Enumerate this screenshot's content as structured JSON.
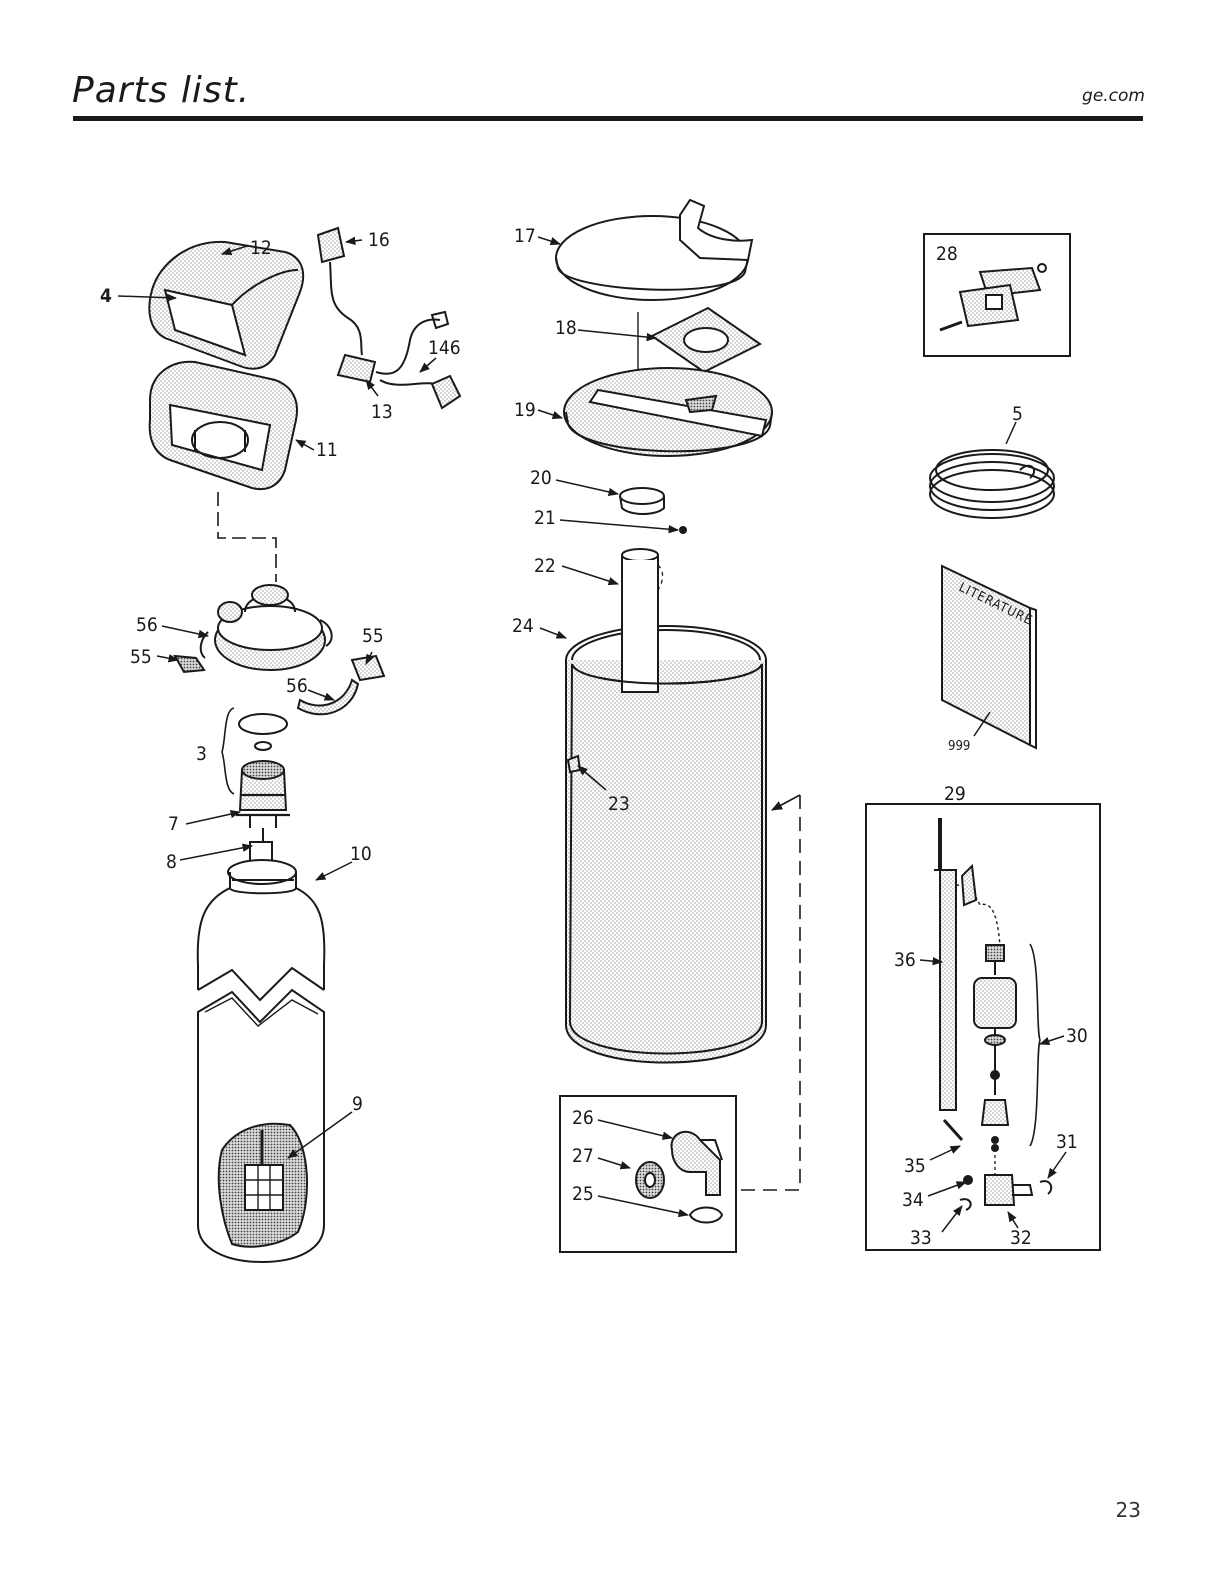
{
  "header": {
    "title": "Parts list.",
    "site": "ge.com"
  },
  "page_number": "23",
  "callouts": {
    "p3": "3",
    "p4": "4",
    "p5": "5",
    "p7": "7",
    "p8": "8",
    "p9": "9",
    "p10": "10",
    "p11": "11",
    "p12": "12",
    "p13": "13",
    "p16": "16",
    "p17": "17",
    "p18": "18",
    "p19": "19",
    "p20": "20",
    "p21": "21",
    "p22": "22",
    "p23": "23",
    "p24": "24",
    "p25": "25",
    "p26": "26",
    "p27": "27",
    "p28": "28",
    "p29": "29",
    "p30": "30",
    "p31": "31",
    "p32": "32",
    "p33": "33",
    "p34": "34",
    "p35": "35",
    "p36": "36",
    "p55": "55",
    "p56": "56",
    "p146": "146",
    "p999": "999"
  },
  "literature_text": "LITERATURE"
}
